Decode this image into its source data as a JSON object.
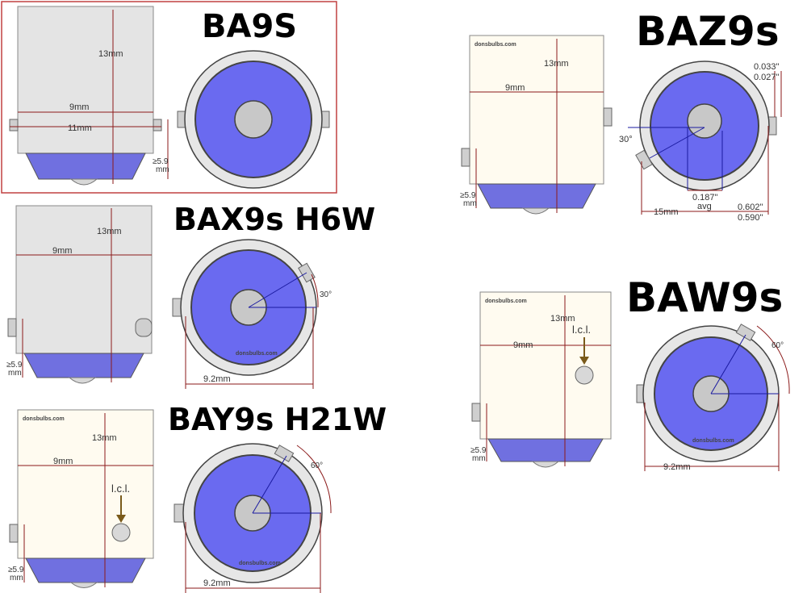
{
  "bulbs": {
    "ba9s": {
      "title": "BA9S",
      "height": "13mm",
      "width": "9mm",
      "pin_span": "11mm",
      "base_height": "≥5.9",
      "base_unit": "mm"
    },
    "bax9s": {
      "title": "BAX9s H6W",
      "height": "13mm",
      "width": "9mm",
      "base_height": "≥5.9",
      "base_unit": "mm",
      "angle": "30°",
      "diameter": "9.2mm",
      "brand": "donsbulbs.com"
    },
    "bay9s": {
      "title": "BAY9s H21W",
      "height": "13mm",
      "width": "9mm",
      "base_height": "≥5.9",
      "base_unit": "mm",
      "lcl": "l.c.l.",
      "angle": "60°",
      "diameter": "9.2mm",
      "brand": "donsbulbs.com"
    },
    "baz9s": {
      "title": "BAZ9s",
      "height": "13mm",
      "width": "9mm",
      "base_height": "≥5.9",
      "base_unit": "mm",
      "angle": "30°",
      "pin_top": "0.033\"",
      "pin_bottom": "0.027\"",
      "offset": "0.187\"",
      "offset_note": "avg",
      "span_mm": "15mm",
      "span_top": "0.602\"",
      "span_bottom": "0.590\"",
      "brand": "donsbulbs.com"
    },
    "baw9s": {
      "title": "BAW9s",
      "height": "13mm",
      "width": "9mm",
      "base_height": "≥5.9",
      "base_unit": "mm",
      "lcl": "l.c.l.",
      "angle": "60°",
      "diameter": "9.2mm",
      "brand": "donsbulbs.com"
    }
  },
  "colors": {
    "body_grey": "#e4e4e4",
    "body_cream": "#fffbf0",
    "base_blue": "#7070e0",
    "face_blue": "#6a6af0",
    "dim_red": "#8b1a1a",
    "frame_red": "#c04040"
  }
}
